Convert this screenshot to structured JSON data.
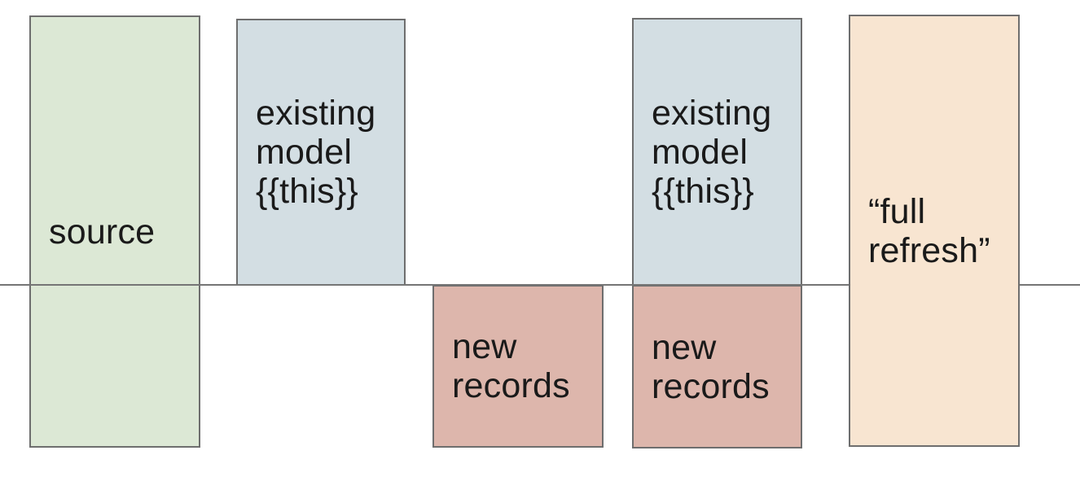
{
  "canvas": {
    "background": "#ffffff"
  },
  "colors": {
    "source_fill": "#dce8d5",
    "existing_model_fill": "#d3dee3",
    "new_records_fill": "#ddb6ac",
    "full_refresh_fill": "#f8e5d1",
    "box_border": "#6e6e6e",
    "timeline_line": "#757575",
    "text": "#1a1a1a"
  },
  "boxes": {
    "source": {
      "label": "source"
    },
    "existing_model_left": {
      "label": "existing\nmodel\n{{this}}"
    },
    "new_records_left": {
      "label": "new\nrecords"
    },
    "existing_model_right": {
      "label": "existing\nmodel\n{{this}}"
    },
    "new_records_right": {
      "label": "new\nrecords"
    },
    "full_refresh": {
      "label": "“full\nrefresh”"
    }
  }
}
